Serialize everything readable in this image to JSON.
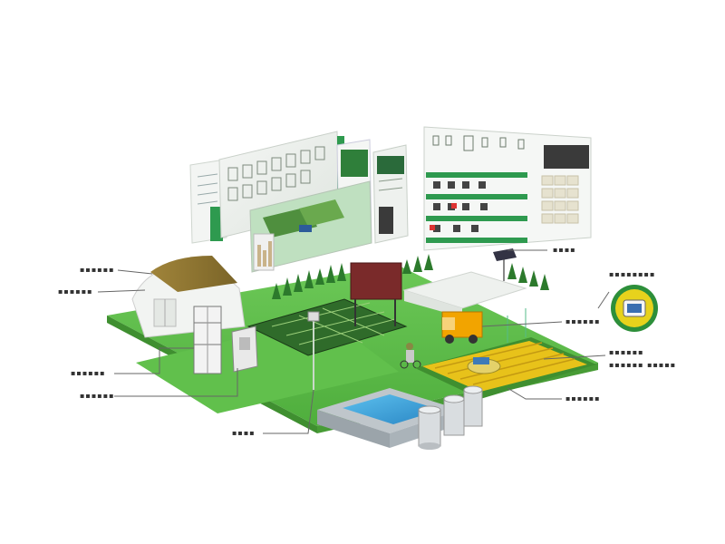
{
  "colors": {
    "ground": "#5fbf4a",
    "ground_edge": "#3f8f30",
    "panel_green": "#2e9a4f",
    "water": "#3aa0d8",
    "crop": "#e8c21a",
    "vehicle": "#f2a400",
    "board": "#7a2a2a"
  },
  "callouts": [
    {
      "id": "greenhouse-roof",
      "text": "▪▪▪▪▪▪"
    },
    {
      "id": "greenhouse-body",
      "text": "▪▪▪▪▪▪"
    },
    {
      "id": "weather-station",
      "text": "▪▪▪▪▪▪"
    },
    {
      "id": "control-cabinet",
      "text": "▪▪▪▪▪▪"
    },
    {
      "id": "sensor-pole",
      "text": "▪▪▪▪"
    },
    {
      "id": "solar-sensor",
      "text": "▪▪▪▪"
    },
    {
      "id": "camera-node",
      "text": "▪▪▪▪▪▪"
    },
    {
      "id": "harvester",
      "text": "▪▪▪▪▪▪"
    },
    {
      "id": "crop-field",
      "text": "▪▪▪▪▪▪ ▪▪▪▪▪"
    },
    {
      "id": "water-tanks",
      "text": "▪▪▪▪▪▪"
    },
    {
      "id": "round-terminal",
      "text": "▪▪▪▪▪▪▪▪"
    }
  ]
}
